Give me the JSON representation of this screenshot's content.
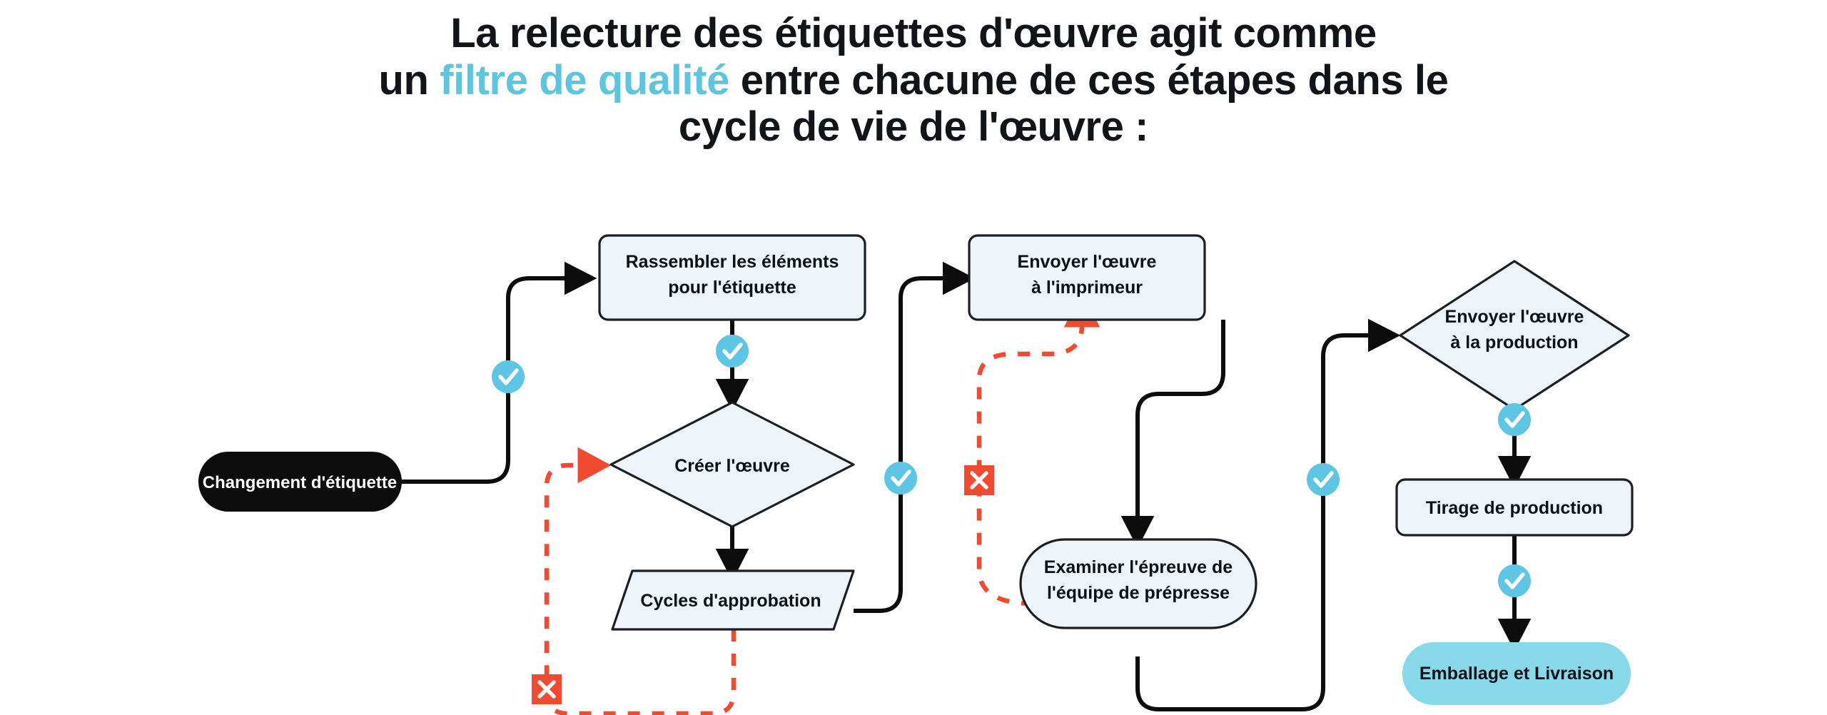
{
  "headline": {
    "line1_before": "La relecture des étiquettes d'œuvre agit comme",
    "line2_before": "un ",
    "line2_accent": "filtre de qualité",
    "line2_after": " entre chacune de ces étapes dans le",
    "line3": "cycle de vie de l'œuvre :",
    "accent_color": "#5EC5DF",
    "text_color": "#111418"
  },
  "diagram": {
    "type": "flowchart",
    "background": "#ffffff",
    "palette": {
      "node_fill": "#EDF5FB",
      "node_stroke": "#1b1f24",
      "start_fill": "#0c0c0c",
      "start_text": "#ffffff",
      "end_fill": "#87D9EA",
      "end_text": "#0d1117",
      "edge": "#0c0c0c",
      "reject_edge": "#F04A30",
      "approve_badge": "#5EC5E4",
      "reject_badge": "#F04A30"
    },
    "nodes": [
      {
        "id": "start",
        "label": "Changement d'étiquette",
        "shape": "pill-dark"
      },
      {
        "id": "gather",
        "label": "Rassembler les éléments\npour l'étiquette",
        "label_l1": "Rassembler les éléments",
        "label_l2": "pour l'étiquette",
        "shape": "rounded-rect"
      },
      {
        "id": "create",
        "label": "Créer l'œuvre",
        "shape": "diamond"
      },
      {
        "id": "approval",
        "label": "Cycles d'approbation",
        "shape": "parallelogram"
      },
      {
        "id": "printer",
        "label": "Envoyer l'œuvre\nà l'imprimeur",
        "label_l1": "Envoyer l'œuvre",
        "label_l2": "à l'imprimeur",
        "shape": "rounded-rect"
      },
      {
        "id": "prepress",
        "label": "Examiner l'épreuve de\nl'équipe de prépresse",
        "label_l1": "Examiner l'épreuve de",
        "label_l2": "l'équipe de prépresse",
        "shape": "stadium"
      },
      {
        "id": "production",
        "label": "Envoyer l'œuvre\nà la production",
        "label_l1": "Envoyer l'œuvre",
        "label_l2": "à la production",
        "shape": "diamond"
      },
      {
        "id": "printrun",
        "label": "Tirage de production",
        "shape": "rounded-rect"
      },
      {
        "id": "shipping",
        "label": "Emballage et Livraison",
        "shape": "pill-cyan"
      }
    ],
    "edges": [
      {
        "from": "start",
        "to": "gather",
        "style": "solid",
        "badge": "check"
      },
      {
        "from": "gather",
        "to": "create",
        "style": "solid",
        "badge": "check"
      },
      {
        "from": "create",
        "to": "approval",
        "style": "solid",
        "badge": "none"
      },
      {
        "from": "approval",
        "to": "printer",
        "style": "solid",
        "badge": "check"
      },
      {
        "from": "approval",
        "to": "create",
        "style": "dashed-red",
        "badge": "cross"
      },
      {
        "from": "printer",
        "to": "prepress",
        "style": "solid",
        "badge": "none"
      },
      {
        "from": "prepress",
        "to": "printer",
        "style": "dashed-red",
        "badge": "cross"
      },
      {
        "from": "prepress",
        "to": "production",
        "style": "solid",
        "badge": "check"
      },
      {
        "from": "production",
        "to": "printrun",
        "style": "solid",
        "badge": "check"
      },
      {
        "from": "printrun",
        "to": "shipping",
        "style": "solid",
        "badge": "check"
      }
    ],
    "badges": {
      "check_glyph": "✓",
      "cross_glyph": "✕",
      "check_count": 6,
      "cross_count": 2
    }
  }
}
